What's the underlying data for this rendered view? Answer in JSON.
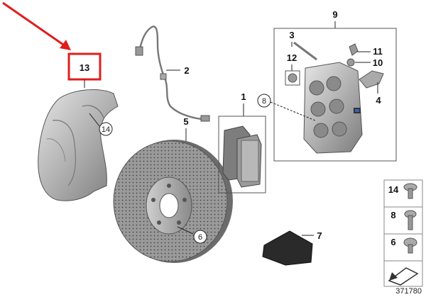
{
  "diagram": {
    "labels": {
      "shield": "13",
      "sensor": "2",
      "rotor": "5",
      "rotor_bolt": "6",
      "pads": "1",
      "caliper_group": "9",
      "pin": "3",
      "grommet": "12",
      "caliper_bolt_callout": "8",
      "clip_a": "11",
      "clip_b": "10",
      "spring": "4",
      "shield_bolt_callout": "14",
      "paste": "7"
    },
    "fastener_legend": [
      "14",
      "8",
      "6"
    ],
    "catalog_number": "371780",
    "colors": {
      "arrow": "#e01e1e",
      "highlight_box": "#e01e1e",
      "part_fill": "#b4b4b4",
      "outline": "#3a3a3a"
    }
  }
}
